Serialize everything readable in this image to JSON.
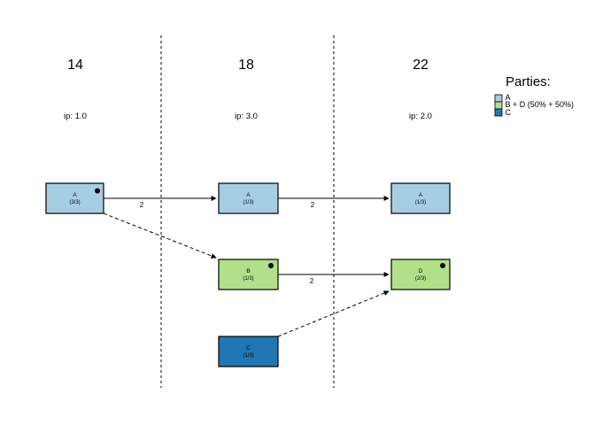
{
  "columns": [
    {
      "header": "14",
      "ip": "ip: 1.0"
    },
    {
      "header": "18",
      "ip": "ip: 3.0"
    },
    {
      "header": "22",
      "ip": "ip: 2.0"
    }
  ],
  "nodes": [
    {
      "id": "A1",
      "label": "A",
      "sublabel": "(3/3)",
      "color": "#A6CEE3",
      "dot": true
    },
    {
      "id": "A2",
      "label": "A",
      "sublabel": "(1/3)",
      "color": "#A6CEE3",
      "dot": false
    },
    {
      "id": "A3",
      "label": "A",
      "sublabel": "(1/3)",
      "color": "#A6CEE3",
      "dot": false
    },
    {
      "id": "B",
      "label": "B",
      "sublabel": "(1/3)",
      "color": "#B2DF8A",
      "dot": true
    },
    {
      "id": "D",
      "label": "D",
      "sublabel": "(2/3)",
      "color": "#B2DF8A",
      "dot": true
    },
    {
      "id": "C",
      "label": "C",
      "sublabel": "(1/3)",
      "color": "#1F78B4",
      "dot": false
    }
  ],
  "edges": [
    {
      "from": "A1",
      "to": "A2",
      "label": "2",
      "style": "solid"
    },
    {
      "from": "A2",
      "to": "A3",
      "label": "2",
      "style": "solid"
    },
    {
      "from": "B",
      "to": "D",
      "label": "2",
      "style": "solid"
    },
    {
      "from": "A1",
      "to": "B",
      "label": "",
      "style": "dashed"
    },
    {
      "from": "C",
      "to": "D",
      "label": "",
      "style": "dashed"
    }
  ],
  "legend": {
    "title": "Parties:",
    "items": [
      {
        "label": "A",
        "color": "#A6CEE3"
      },
      {
        "label": "B + D (50% + 50%)",
        "color": "#B2DF8A"
      },
      {
        "label": "C",
        "color": "#1F78B4"
      }
    ]
  },
  "colors": {
    "edge_label": "#a8b8ca",
    "edge_line": "#000000",
    "divider": "#000000",
    "background": "#ffffff"
  }
}
